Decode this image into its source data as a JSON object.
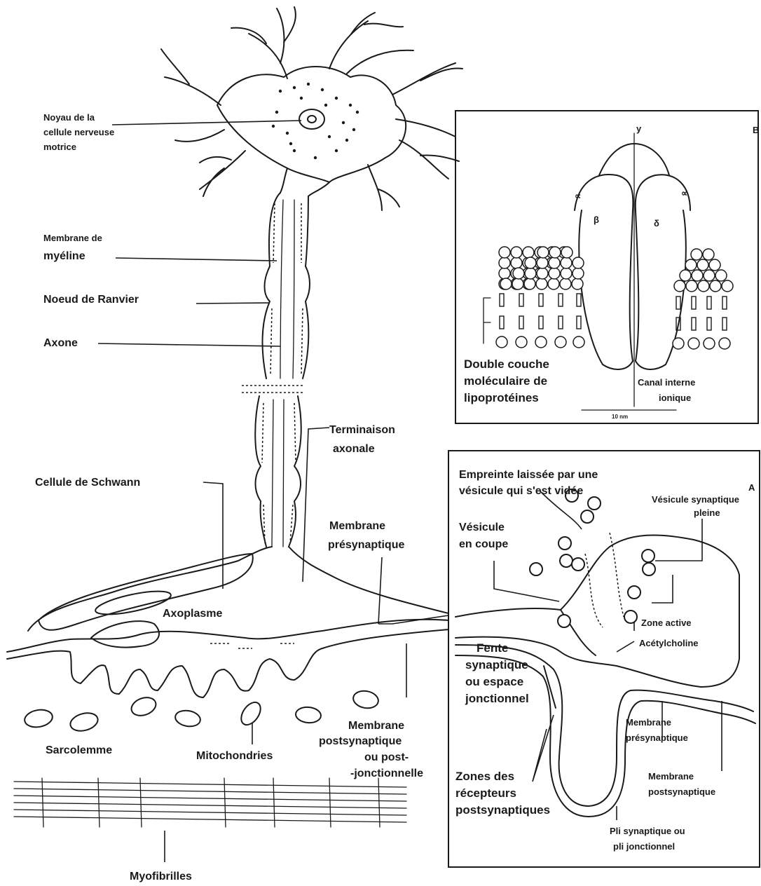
{
  "labels": {
    "noyau": [
      "Noyau de la",
      "cellule nerveuse",
      "motrice"
    ],
    "membrane_myeline": [
      "Membrane de",
      "myéline"
    ],
    "noeud_ranvier": "Noeud de Ranvier",
    "axone": "Axone",
    "terminaison": [
      "Terminaison",
      "axonale"
    ],
    "schwann": "Cellule de Schwann",
    "membrane_presyn": [
      "Membrane",
      "présynaptique"
    ],
    "axoplasme": "Axoplasme",
    "sarcolemme": "Sarcolemme",
    "mitochondries": "Mitochondries",
    "membrane_postsyn": [
      "Membrane",
      "postsynaptique",
      "ou post-",
      "-jonctionnelle"
    ],
    "myofibrilles": "Myofibrilles"
  },
  "inset_b": {
    "letter": "B",
    "alpha_left": "∝",
    "alpha_right": "∝",
    "beta": "β",
    "delta": "δ",
    "gamma": "y",
    "bilayer": [
      "Double couche",
      "moléculaire de",
      "lipoprotéines"
    ],
    "canal": [
      "Canal interne",
      "ionique"
    ],
    "scale": "10 nm"
  },
  "inset_a": {
    "letter": "A",
    "empreinte": [
      "Empreinte laissée par une",
      "vésicule qui s'est vidée"
    ],
    "vesicule_pleine": [
      "Vésicule synaptique",
      "pleine"
    ],
    "vesicule_coupe": [
      "Vésicule",
      "en coupe"
    ],
    "zone_active": "Zone active",
    "acetylcholine": "Acétylcholine",
    "fente": [
      "Fente",
      "synaptique",
      "ou espace",
      "jonctionnel"
    ],
    "membrane_pre": [
      "Membrane",
      "présynaptique"
    ],
    "membrane_post": [
      "Membrane",
      "postsynaptique"
    ],
    "zones_recepteurs": [
      "Zones des",
      "récepteurs",
      "postsynaptiques"
    ],
    "pli": [
      "Pli synaptique ou",
      "pli jonctionnel"
    ]
  }
}
